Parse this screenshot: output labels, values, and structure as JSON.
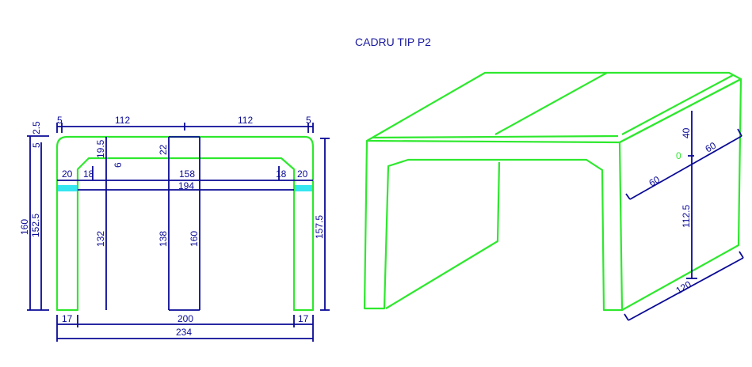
{
  "title": "CADRU TIP P2",
  "colors": {
    "outline": "#2ee82e",
    "dimension": "#0a0a96",
    "band": "#35e6f0"
  },
  "section": {
    "top_dims": [
      "5",
      "112",
      "112",
      "5"
    ],
    "left_dims": [
      "5",
      "2.5",
      "160",
      "152.5"
    ],
    "right_dim": "157.5",
    "slab_dims": [
      "19.5",
      "6",
      "22"
    ],
    "haunch_dims": [
      "20",
      "18",
      "158",
      "18",
      "20"
    ],
    "inner_width": "194",
    "heights": [
      "132",
      "138",
      "160"
    ],
    "bottom_dims": [
      "17",
      "200",
      "17"
    ],
    "total_width": "234"
  },
  "iso": {
    "dims": [
      "40",
      "0",
      "60",
      "60",
      "112.5",
      "120"
    ]
  }
}
